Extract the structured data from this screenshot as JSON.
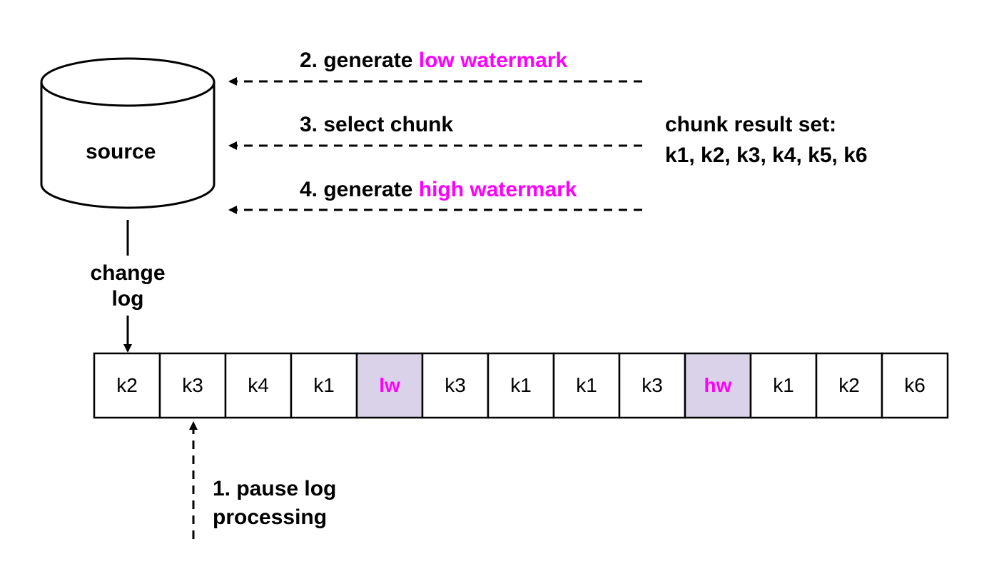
{
  "colors": {
    "highlight_text": "#ff00ff",
    "marker_cell_fill": "#d9d2e9",
    "line": "#000000"
  },
  "source_label": "source",
  "change_log_label": {
    "line1": "change",
    "line2": "log"
  },
  "steps": {
    "step1": {
      "line1": "1. pause log",
      "line2": "processing"
    },
    "step2": {
      "prefix": "2. generate ",
      "highlight": "low watermark"
    },
    "step3": {
      "text": "3. select chunk"
    },
    "step4": {
      "prefix": "4. generate ",
      "highlight": "high watermark"
    }
  },
  "result_set": {
    "title": "chunk result set:",
    "keys": "k1, k2, k3, k4, k5, k6"
  },
  "log_cells": [
    {
      "label": "k2",
      "marker": false
    },
    {
      "label": "k3",
      "marker": false
    },
    {
      "label": "k4",
      "marker": false
    },
    {
      "label": "k1",
      "marker": false
    },
    {
      "label": "lw",
      "marker": true
    },
    {
      "label": "k3",
      "marker": false
    },
    {
      "label": "k1",
      "marker": false
    },
    {
      "label": "k1",
      "marker": false
    },
    {
      "label": "k3",
      "marker": false
    },
    {
      "label": "hw",
      "marker": true
    },
    {
      "label": "k1",
      "marker": false
    },
    {
      "label": "k2",
      "marker": false
    },
    {
      "label": "k6",
      "marker": false
    }
  ]
}
